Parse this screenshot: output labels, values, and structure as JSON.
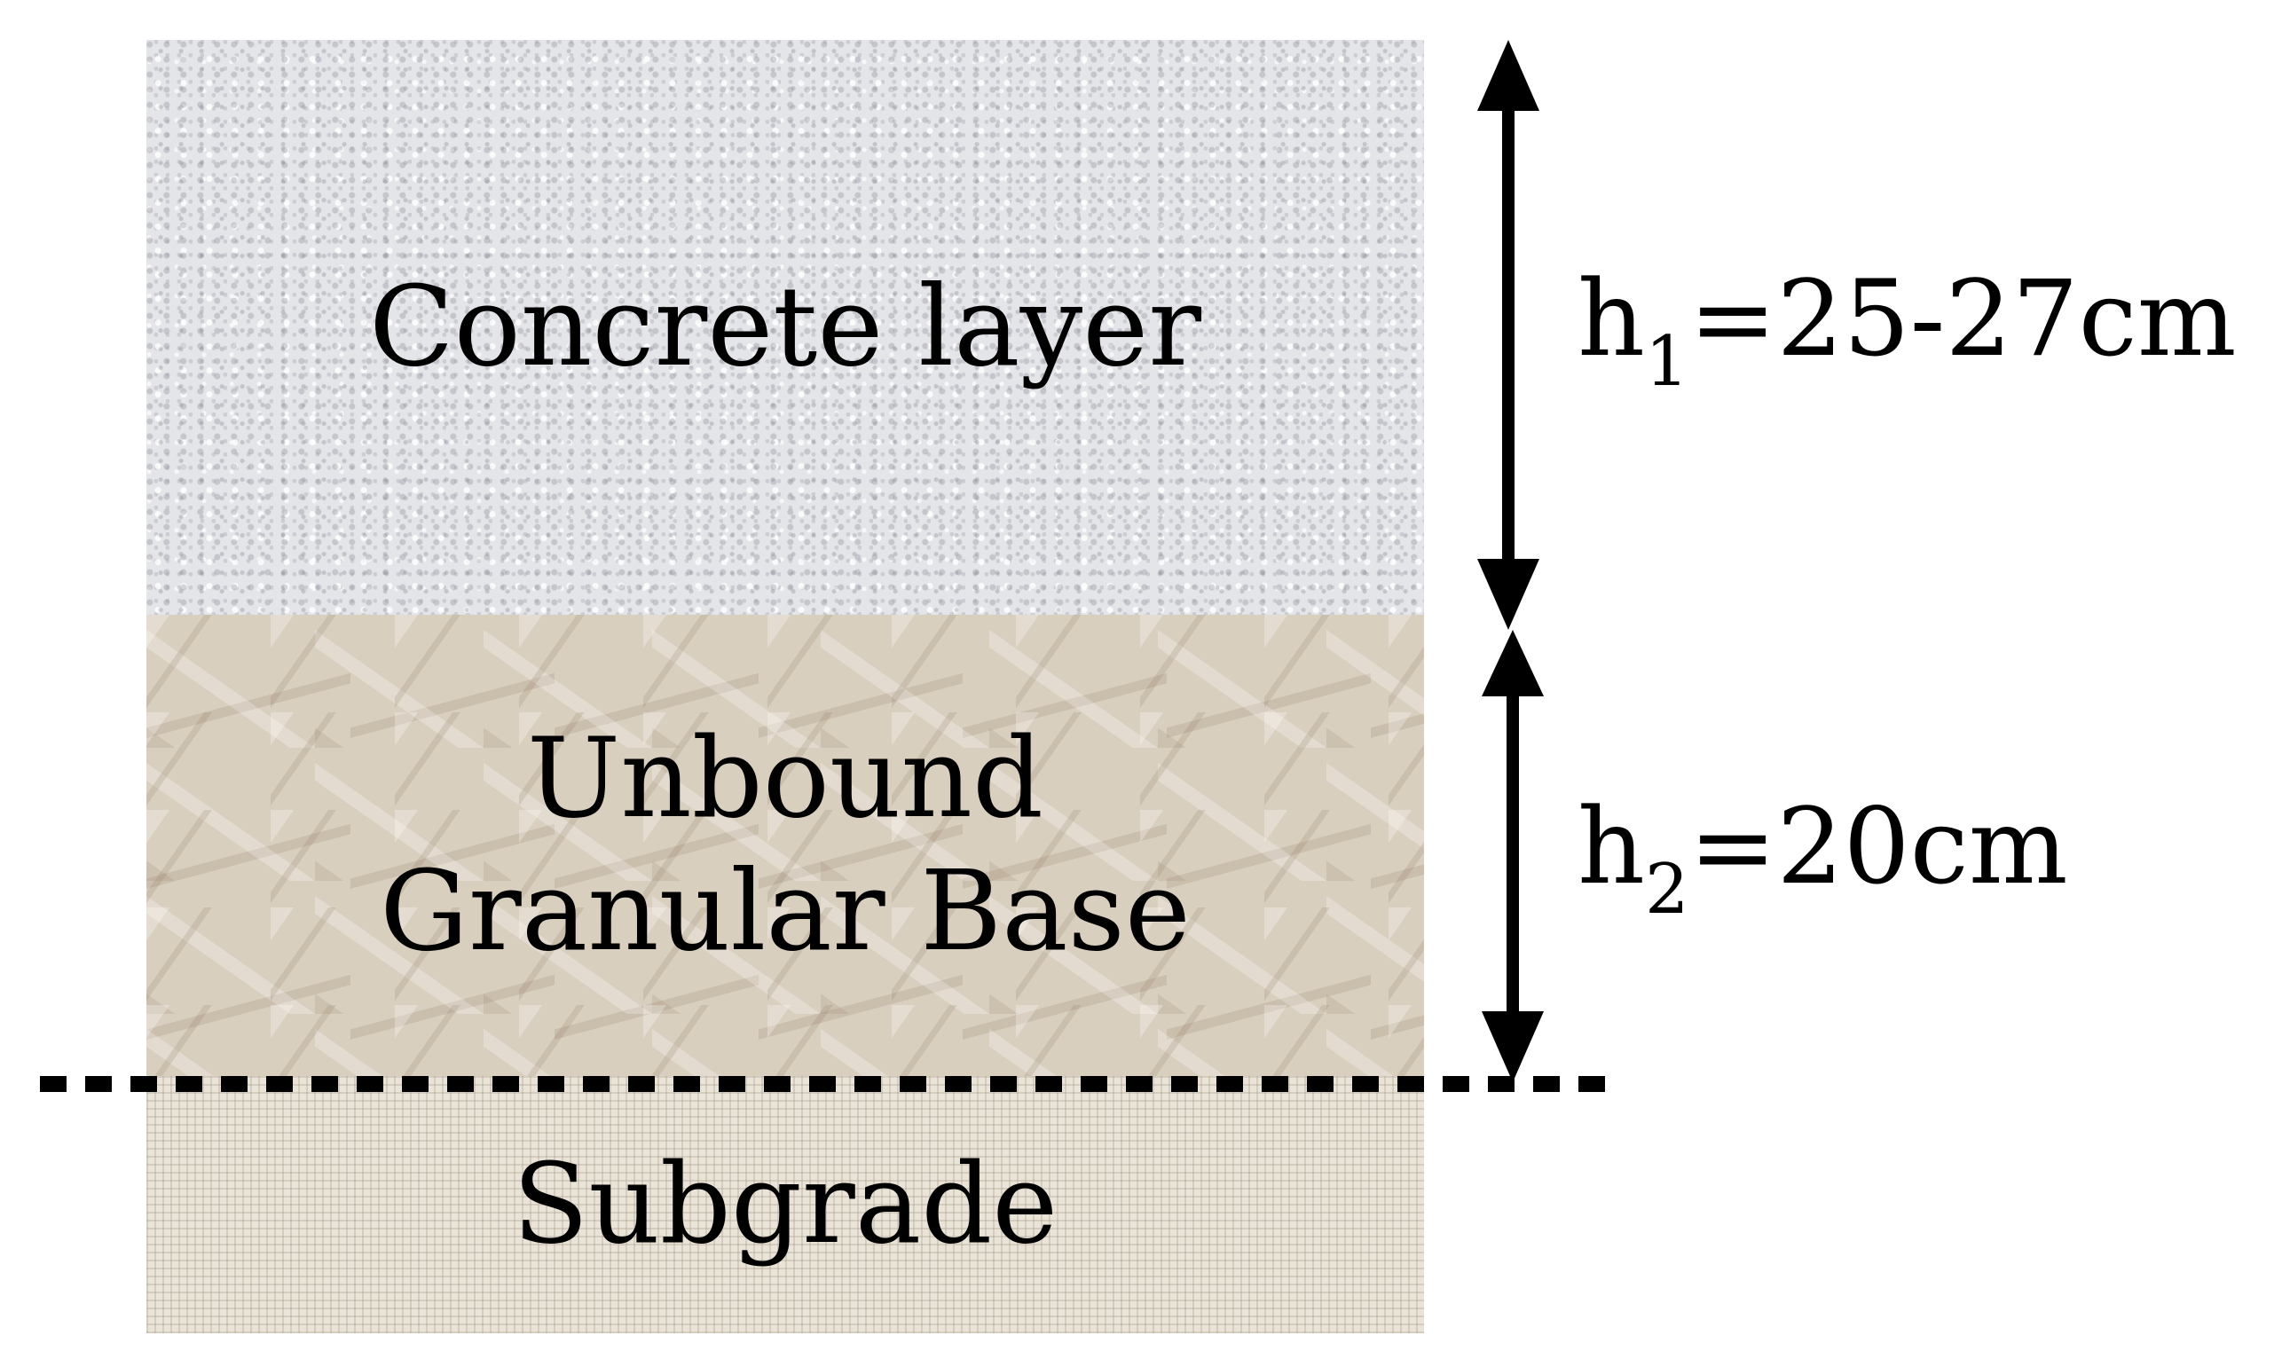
{
  "layers": [
    {
      "id": "concrete",
      "label": "Concrete layer"
    },
    {
      "id": "granular",
      "label": "Unbound\nGranular Base"
    },
    {
      "id": "subgrade",
      "label": "Subgrade"
    }
  ],
  "dimensions": {
    "h1": {
      "symbol": "h",
      "subscript": "1",
      "text": "=25-27cm"
    },
    "h2": {
      "symbol": "h",
      "subscript": "2",
      "text": "=20cm"
    }
  },
  "colors": {
    "concrete": "#e4e5e9",
    "granular_base": "#d9cfbf",
    "subgrade": "#eae4d8",
    "ink": "#000000"
  }
}
